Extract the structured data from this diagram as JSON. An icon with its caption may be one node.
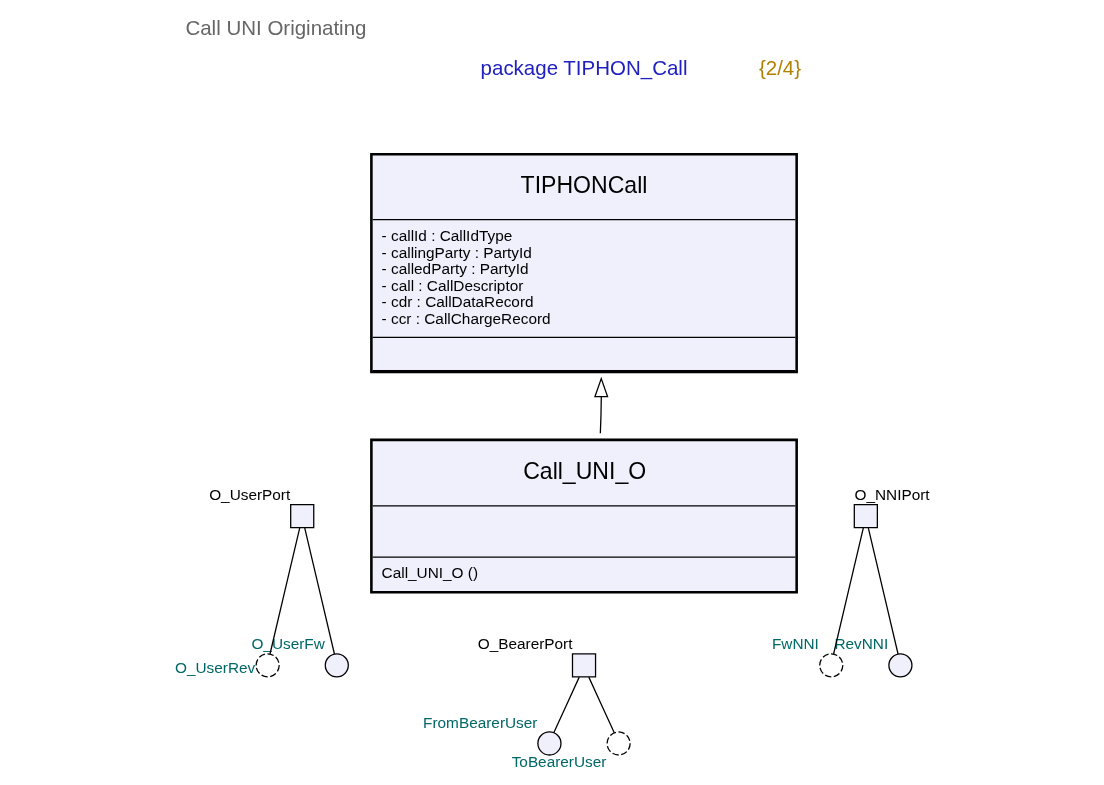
{
  "diagram": {
    "title": "Call UNI Originating",
    "nodes": [
      {
        "text": [
          "TIPHONCall",
          "- callId : CallIdType",
          "- callingParty : PartyId",
          "- calledParty : PartyId",
          "- call : CallDescriptor",
          "- cdr : CallDataRecord",
          "- ccr : CallChargeRecord"
        ]
      },
      {
        "text": [
          "Call_UNI_O",
          "Call_UNI_O ()"
        ]
      },
      {
        "text": [],
        "shape": "box",
        "beside": [
          "O_UserPort"
        ]
      },
      {
        "text": [],
        "shape": "box",
        "beside": [
          "O_NNIPort"
        ]
      },
      {
        "text": [],
        "shape": "box",
        "beside": [
          "O_BearerPort"
        ]
      },
      {
        "text": [],
        "shape": "circle",
        "beside": [
          "O_UserFw"
        ]
      },
      {
        "text": [],
        "shape": "socket",
        "beside": [
          "O_UserRev"
        ]
      },
      {
        "text": [],
        "shape": "circle",
        "beside": [
          "RevNNI"
        ]
      },
      {
        "text": [],
        "shape": "socket",
        "beside": [
          "FwNNI"
        ]
      },
      {
        "text": [],
        "shape": "circle",
        "beside": [
          "FromBearerUser"
        ]
      },
      {
        "text": [],
        "shape": "socket",
        "beside": [
          "ToBearerUser"
        ]
      }
    ],
    "edges": [
      {
        "from": 1,
        "to": 0,
        "arrow": "to"
      },
      {
        "from": 2,
        "to": 5,
        "arrow": "none"
      },
      {
        "from": 2,
        "to": 6,
        "arrow": "none"
      },
      {
        "from": 3,
        "to": 7,
        "arrow": "none"
      },
      {
        "from": 3,
        "to": 8,
        "arrow": "none"
      },
      {
        "from": 4,
        "to": 9,
        "arrow": "none"
      },
      {
        "from": 4,
        "to": 10,
        "arrow": "none"
      }
    ],
    "labels": [
      "package TIPHON_Call",
      "{2/4}"
    ]
  }
}
